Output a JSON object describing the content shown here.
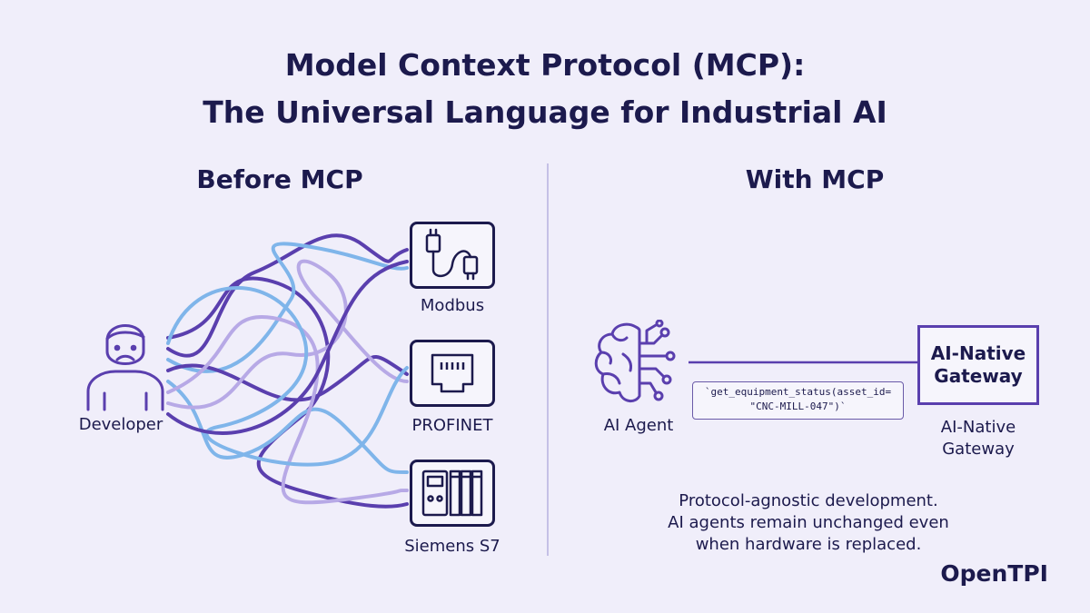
{
  "title": {
    "line1": "Model Context Protocol (MCP):",
    "line2": "The Universal Language for Industrial AI"
  },
  "before": {
    "heading": "Before MCP",
    "developer_label": "Developer",
    "protocols": [
      {
        "label": "Modbus",
        "icon": "serial-cable-icon"
      },
      {
        "label": "PROFINET",
        "icon": "ethernet-port-icon"
      },
      {
        "label": "Siemens S7",
        "icon": "plc-icon"
      }
    ],
    "wire_colors": [
      "#5a3fae",
      "#7fb5ea",
      "#b7a9e6"
    ]
  },
  "with": {
    "heading": "With MCP",
    "agent_label": "AI Agent",
    "gateway_box_text": "AI-Native Gateway",
    "gateway_label": "AI-Native Gateway",
    "code_line1": "`get_equipment_status(asset_id=",
    "code_line2": "\"CNC-MILL-047\")`",
    "note": "Protocol-agnostic development.\nAI agents remain unchanged even\nwhen hardware is replaced."
  },
  "brand": "OpenTPI",
  "colors": {
    "background": "#f0eefa",
    "ink": "#1c1a4d",
    "accent_purple": "#5a3fae",
    "accent_blue": "#7fb5ea",
    "accent_lavender": "#b7a9e6"
  }
}
